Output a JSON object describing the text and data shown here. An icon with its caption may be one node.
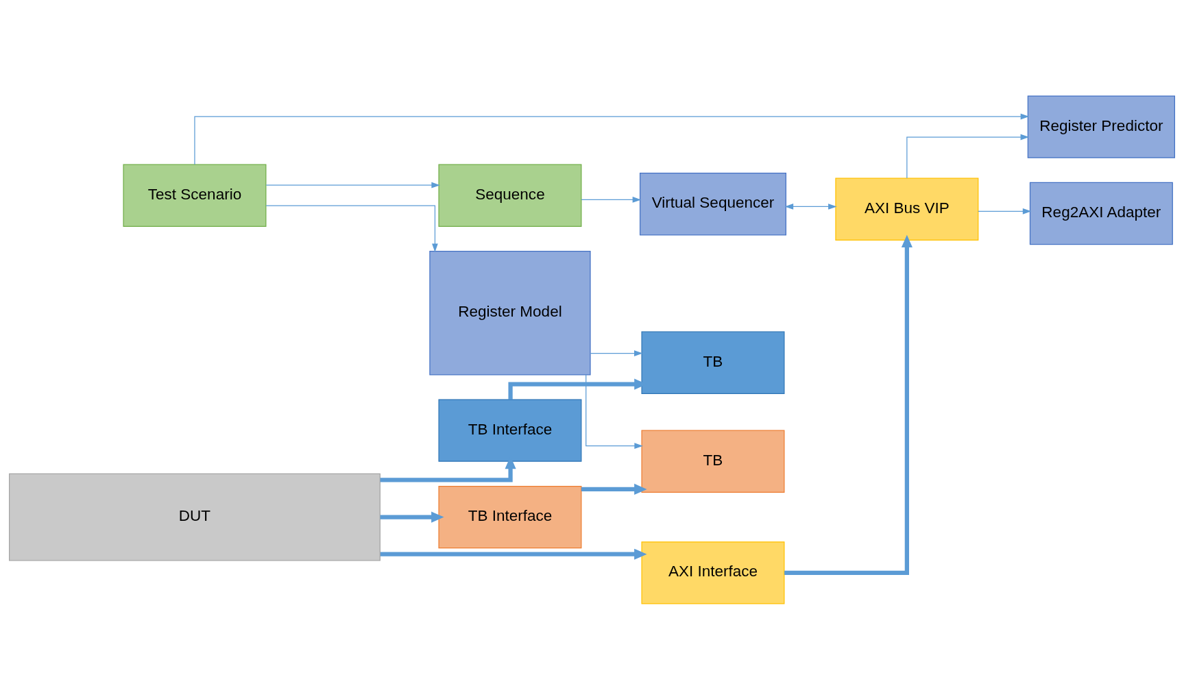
{
  "diagram": {
    "nodes": [
      {
        "text": [
          "Test Scenario"
        ]
      },
      {
        "text": [
          "Register Model"
        ]
      },
      {
        "text": [
          "Virtual Sequencer"
        ]
      },
      {
        "text": [
          "Reg2AXI Adapter"
        ]
      },
      {
        "text": [
          "Sequence"
        ]
      },
      {
        "text": [
          "Register Predictor"
        ]
      },
      {
        "text": [
          "AXI Bus VIP"
        ]
      },
      {
        "text": [
          "TB"
        ]
      },
      {
        "text": [
          "TB"
        ]
      },
      {
        "text": [
          "AXI Interface"
        ]
      },
      {
        "text": [
          "TB Interface"
        ]
      },
      {
        "text": [
          "TB Interface"
        ]
      },
      {
        "text": [
          "DUT"
        ]
      }
    ],
    "edges": [
      {
        "from": 0,
        "to": 1,
        "arrow": "to"
      },
      {
        "from": 0,
        "to": 4,
        "arrow": "to"
      },
      {
        "from": 0,
        "to": 5,
        "arrow": "to"
      },
      {
        "from": 4,
        "to": 2,
        "arrow": "to"
      },
      {
        "from": 2,
        "to": 6,
        "arrow": "both"
      },
      {
        "from": 6,
        "to": 3,
        "arrow": "to"
      },
      {
        "from": 6,
        "to": 5,
        "arrow": "to"
      },
      {
        "from": 1,
        "to": 7,
        "arrow": "to"
      },
      {
        "from": 1,
        "to": 8,
        "arrow": "to"
      },
      {
        "from": 9,
        "to": 6,
        "arrow": "to",
        "style": "thick"
      },
      {
        "from": 10,
        "to": 7,
        "arrow": "to",
        "style": "thick"
      },
      {
        "from": 11,
        "to": 8,
        "arrow": "to",
        "style": "thick"
      },
      {
        "from": 12,
        "to": 9,
        "arrow": "to",
        "style": "thick"
      },
      {
        "from": 12,
        "to": 10,
        "arrow": "to",
        "style": "thick"
      },
      {
        "from": 12,
        "to": 11,
        "arrow": "to",
        "style": "thick"
      }
    ]
  }
}
